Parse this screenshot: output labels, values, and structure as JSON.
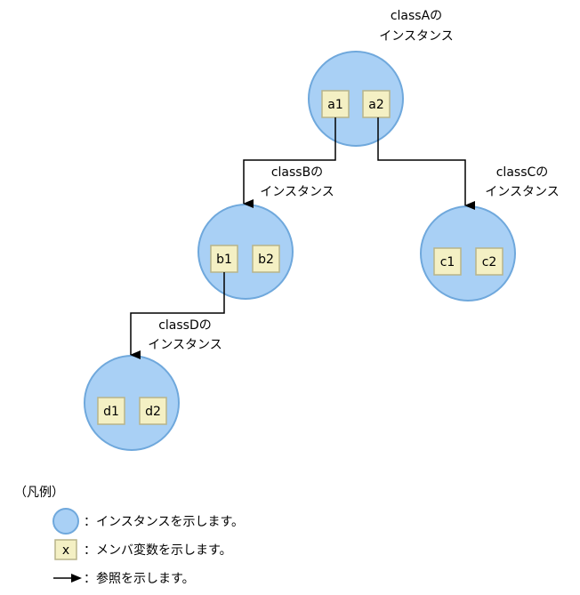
{
  "instances": {
    "A": {
      "label1": "classAの",
      "label2": "インスタンス",
      "m1": "a1",
      "m2": "a2"
    },
    "B": {
      "label1": "classBの",
      "label2": "インスタンス",
      "m1": "b1",
      "m2": "b2"
    },
    "C": {
      "label1": "classCの",
      "label2": "インスタンス",
      "m1": "c1",
      "m2": "c2"
    },
    "D": {
      "label1": "classDの",
      "label2": "インスタンス",
      "m1": "d1",
      "m2": "d2"
    }
  },
  "legend": {
    "title": "（凡例）",
    "instance_text": "：インスタンスを示します。",
    "member_symbol": "x",
    "member_text": "：メンバ変数を示します。",
    "reference_text": "：参照を示します。"
  },
  "colors": {
    "circle_fill": "#a9d0f5",
    "circle_stroke": "#6fa8dc",
    "box_fill": "#f4f0c4",
    "box_stroke": "#b8b48a",
    "line": "#000000"
  }
}
